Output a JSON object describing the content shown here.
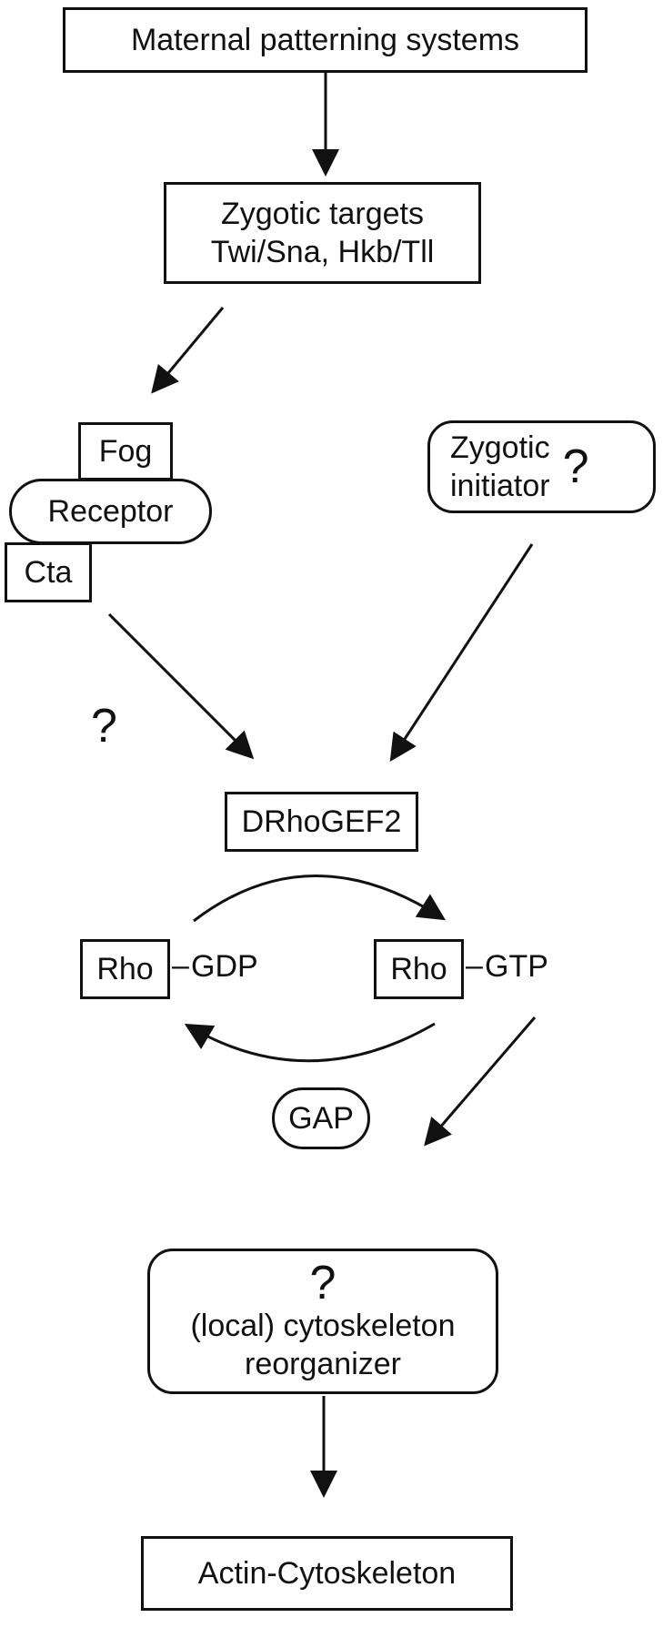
{
  "nodes": {
    "maternal": "Maternal patterning systems",
    "zygotic_targets_line1": "Zygotic targets",
    "zygotic_targets_line2": "Twi/Sna,  Hkb/Tll",
    "fog": "Fog",
    "receptor": "Receptor",
    "cta": "Cta",
    "zygotic_initiator_line1": "Zygotic",
    "zygotic_initiator_line2": "initiator",
    "zygotic_initiator_q": "?",
    "left_question": "?",
    "drhogef2": "DRhoGEF2",
    "rho_gdp_rho": "Rho",
    "rho_gdp_label": "GDP",
    "rho_gtp_rho": "Rho",
    "rho_gtp_label": "GTP",
    "gap": "GAP",
    "reorganizer_q": "?",
    "reorganizer_line1": "(local) cytoskeleton",
    "reorganizer_line2": "reorganizer",
    "actin": "Actin-Cytoskeleton"
  }
}
